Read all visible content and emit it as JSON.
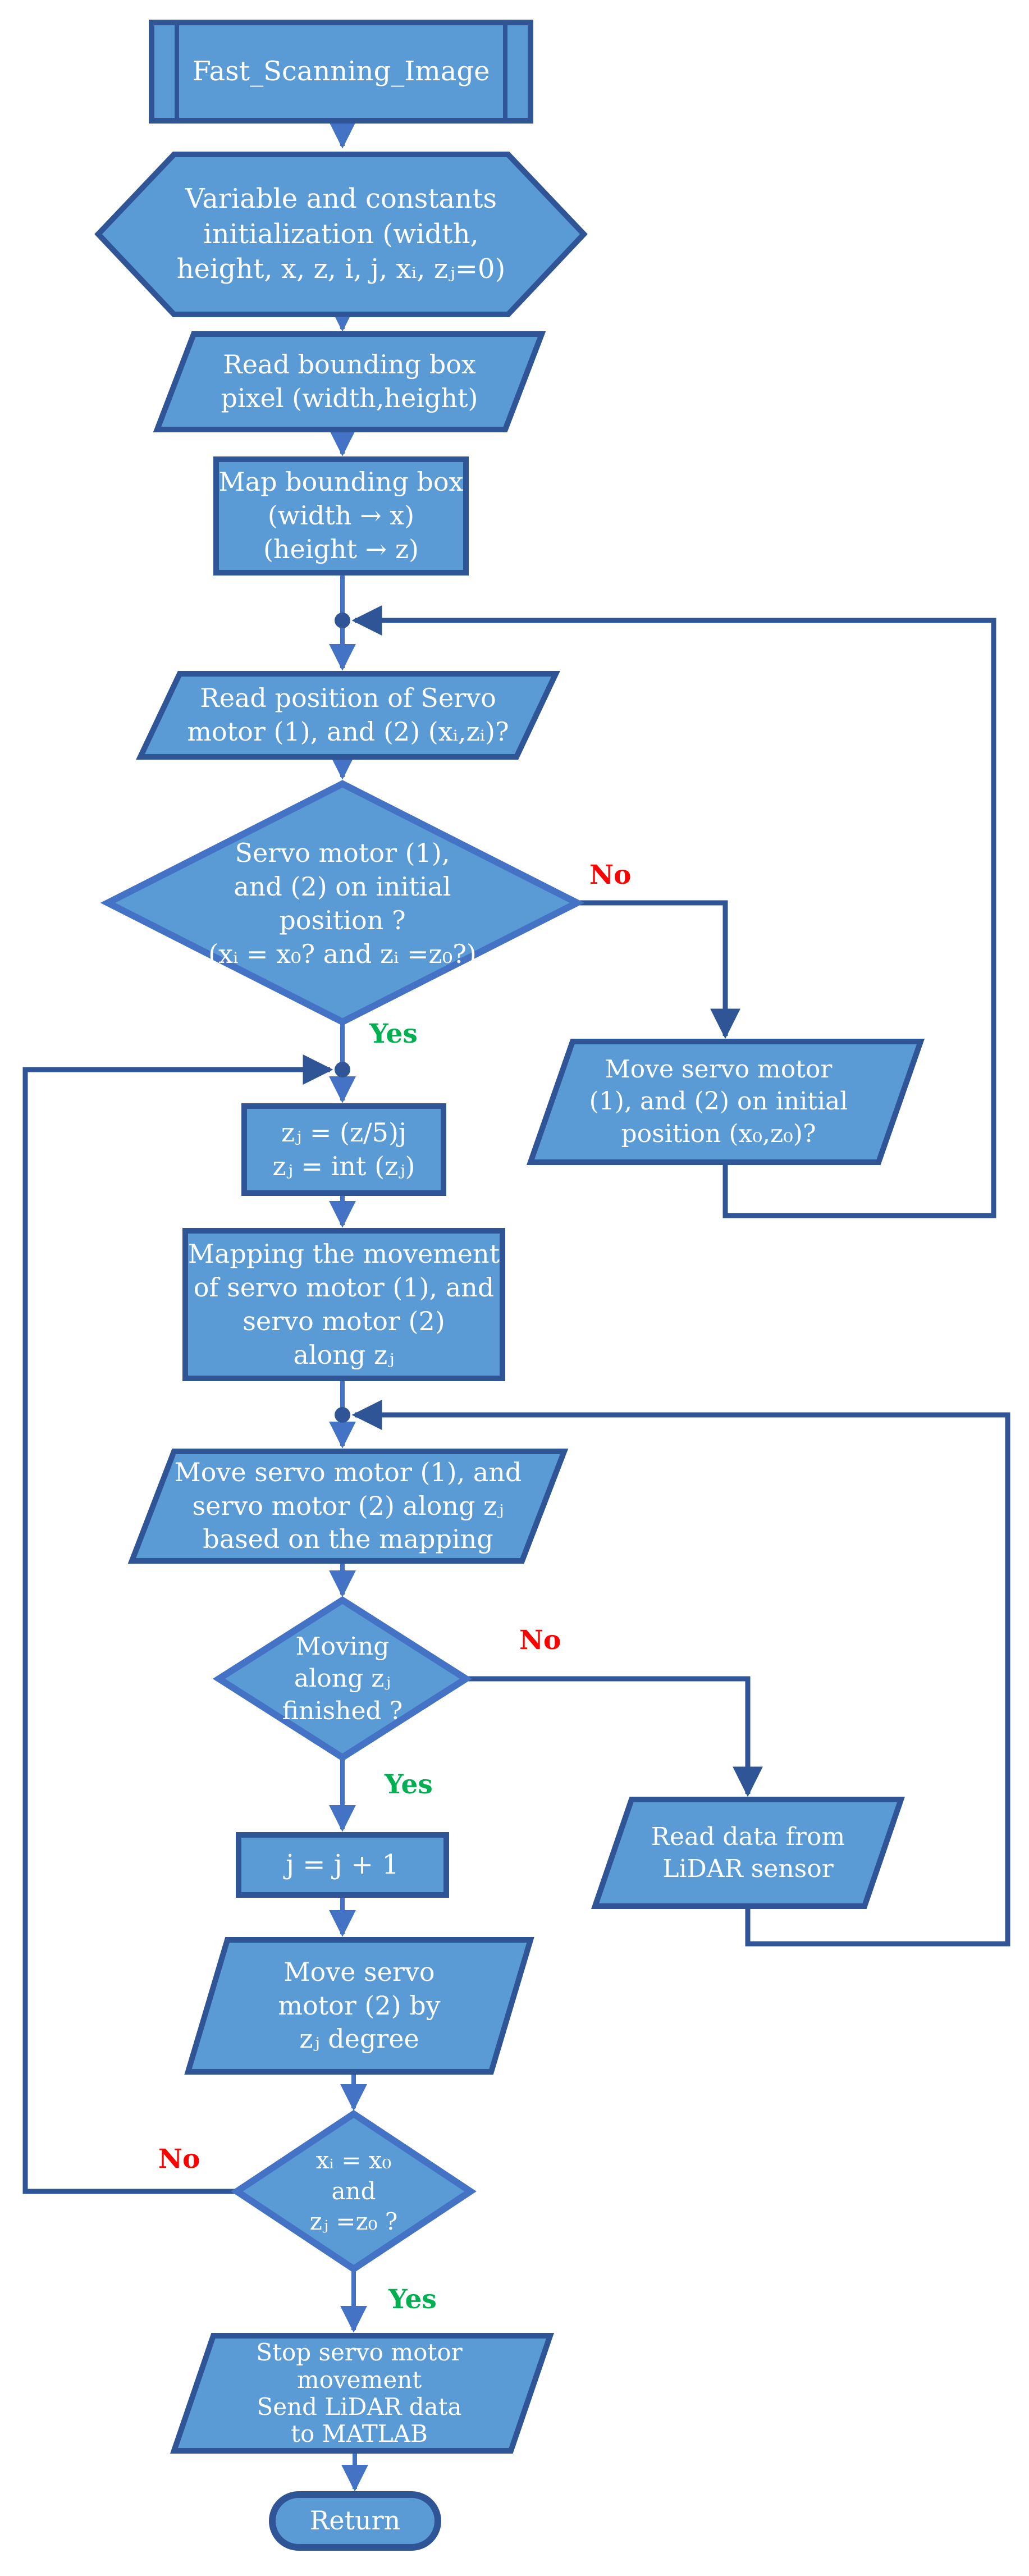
{
  "figure": {
    "title": "Fast scanning image flowchart",
    "background": "#ffffff"
  },
  "colors": {
    "shape_fill": "#5B9BD5",
    "shape_border": "#2F5597",
    "diamond_border": "#4472C4",
    "connector": "#4472C4",
    "loop_line": "#2F5597",
    "yes_green": "#00B050",
    "no_red": "#FF0000",
    "text_color": "#FFFFFF"
  },
  "nodes": {
    "start": {
      "type": "predefined-process",
      "label": "Fast_Scanning_Image"
    },
    "init": {
      "type": "preparation",
      "lines": [
        "Variable and constants",
        "initialization (width,",
        "height, x, z, i, j, xᵢ, zⱼ=0)"
      ]
    },
    "read_bbox": {
      "type": "input-output",
      "lines": [
        "Read bounding box",
        "pixel (width,height)"
      ]
    },
    "map_bbox": {
      "type": "process",
      "lines": [
        "Map bounding box",
        "(width → x)",
        "(height → z)"
      ]
    },
    "read_servo_pos": {
      "type": "input-output",
      "lines": [
        "Read position of Servo",
        "motor (1), and (2) (xᵢ,zᵢ)?"
      ]
    },
    "servo_initial_q": {
      "type": "decision",
      "lines": [
        "Servo motor (1),",
        "and (2) on initial",
        "position ?",
        "(xᵢ = x₀? and zᵢ =z₀?)"
      ],
      "yes_label": "Yes",
      "no_label": "No"
    },
    "move_servo_initial": {
      "type": "input-output",
      "lines": [
        "Move servo motor",
        "(1), and (2) on initial",
        "position (x₀,z₀)?"
      ]
    },
    "compute_zj": {
      "type": "process",
      "lines": [
        "zⱼ = (z/5)j",
        "zⱼ = int (zⱼ)"
      ]
    },
    "mapping_movement": {
      "type": "process",
      "lines": [
        "Mapping the movement",
        "of servo motor (1), and",
        "servo motor (2)",
        "along zⱼ"
      ]
    },
    "move_along_zj": {
      "type": "input-output",
      "lines": [
        "Move servo motor (1), and",
        "servo motor (2) along zⱼ",
        "based on the mapping"
      ]
    },
    "moving_finished_q": {
      "type": "decision",
      "lines": [
        "Moving",
        "along zⱼ",
        "finished ?"
      ],
      "yes_label": "Yes",
      "no_label": "No"
    },
    "read_lidar": {
      "type": "input-output",
      "lines": [
        "Read data from",
        "LiDAR sensor"
      ]
    },
    "increment_j": {
      "type": "process",
      "label": "j = j + 1"
    },
    "move_servo2": {
      "type": "input-output",
      "lines": [
        "Move servo",
        "motor (2) by",
        "zⱼ degree"
      ]
    },
    "at_origin_q": {
      "type": "decision",
      "lines": [
        "xᵢ = x₀",
        "and",
        "zⱼ =z₀ ?"
      ],
      "yes_label": "Yes",
      "no_label": "No"
    },
    "stop_send": {
      "type": "input-output",
      "lines": [
        "Stop servo motor",
        "movement",
        "Send LiDAR data",
        "to MATLAB"
      ]
    },
    "return_end": {
      "type": "terminator",
      "label": "Return"
    }
  }
}
